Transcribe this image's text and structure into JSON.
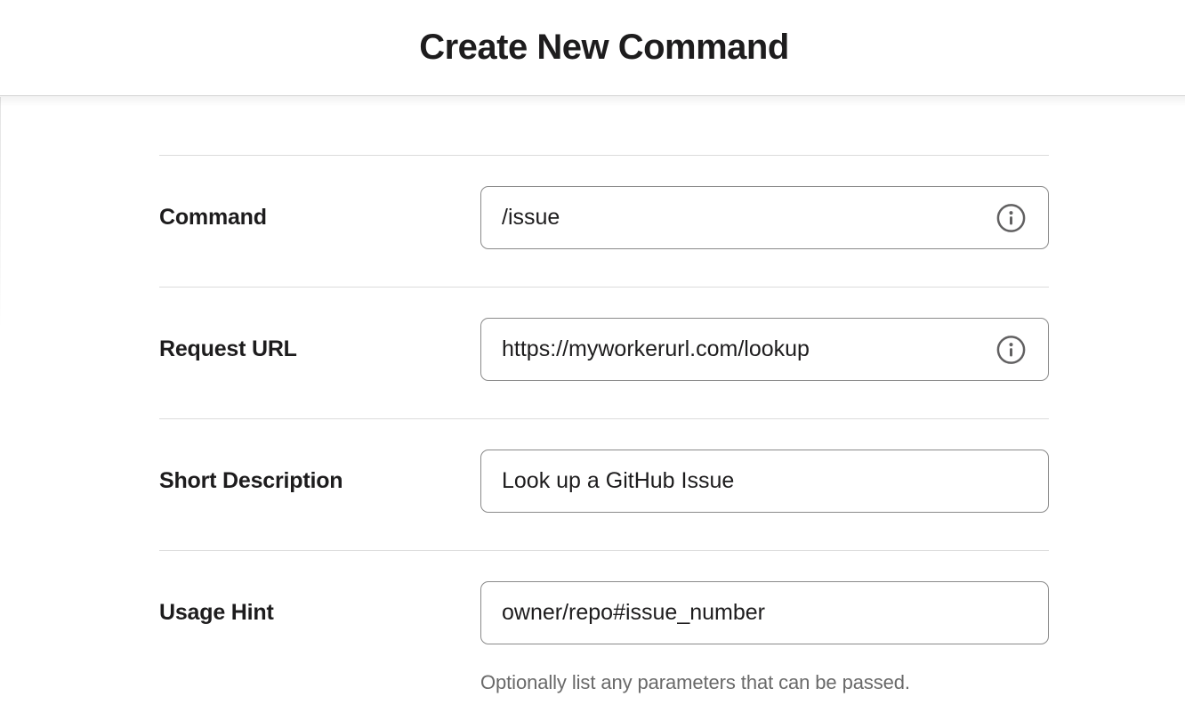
{
  "page": {
    "title": "Create New Command"
  },
  "form": {
    "fields": [
      {
        "label": "Command",
        "value": "/issue",
        "info_icon": true
      },
      {
        "label": "Request URL",
        "value": "https://myworkerurl.com/lookup",
        "info_icon": true
      },
      {
        "label": "Short Description",
        "value": "Look up a GitHub Issue",
        "info_icon": false
      },
      {
        "label": "Usage Hint",
        "value": "owner/repo#issue_number",
        "info_icon": false,
        "helper": "Optionally list any parameters that can be passed."
      }
    ]
  },
  "icons": {
    "info": "circle-i"
  },
  "colors": {
    "text": "#1d1c1d",
    "secondary_text": "#696969",
    "divider": "#dcdcdc",
    "input_border": "#8a8a8a",
    "icon": "#616061",
    "header_border": "#e0e0e0",
    "background": "#ffffff"
  }
}
